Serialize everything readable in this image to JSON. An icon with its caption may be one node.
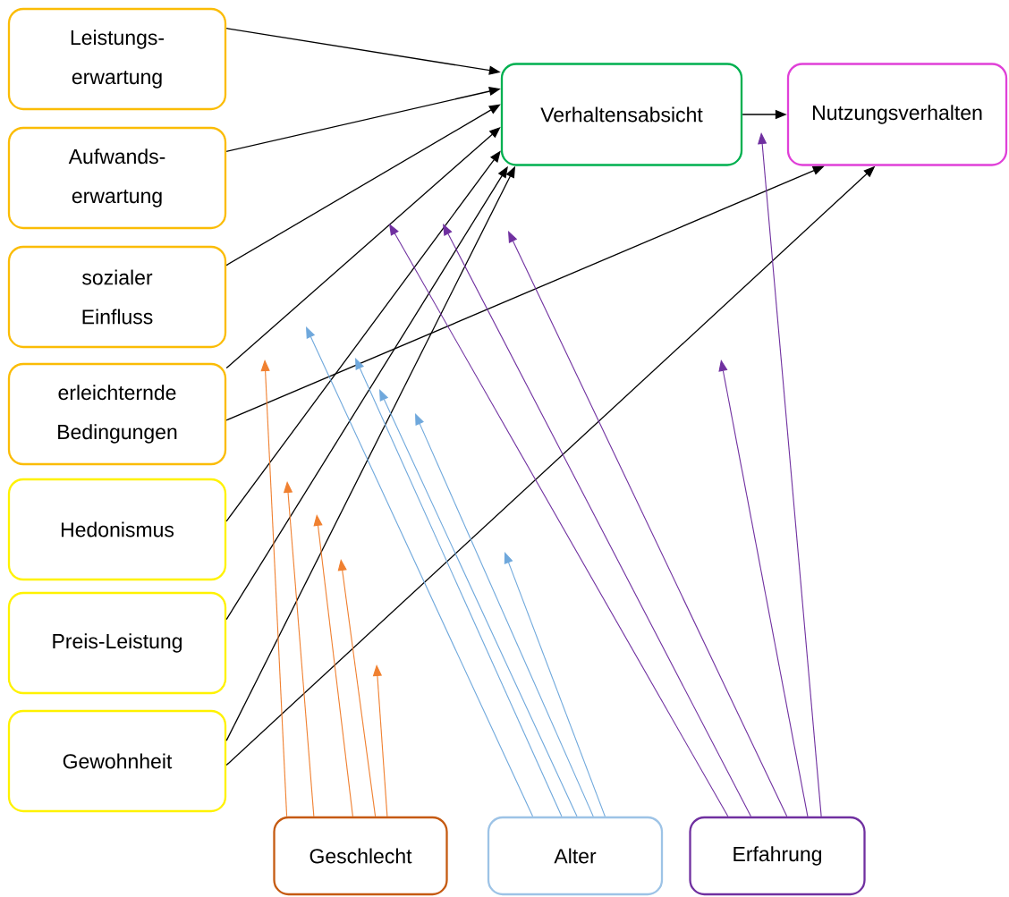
{
  "diagram": {
    "nodes": [
      {
        "text": [
          "Leistungs- erwartung"
        ]
      },
      {
        "text": [
          "Aufwands- erwartung"
        ]
      },
      {
        "text": [
          "sozialer Einfluss"
        ]
      },
      {
        "text": [
          "erleichternde Bedingungen"
        ]
      },
      {
        "text": [
          "Hedonismus"
        ]
      },
      {
        "text": [
          "Preis-Leistung"
        ]
      },
      {
        "text": [
          "Gewohnheit"
        ]
      },
      {
        "text": [
          "Verhaltensabsicht"
        ]
      },
      {
        "text": [
          "Nutzungsverhalten"
        ]
      },
      {
        "text": [
          "Geschlecht"
        ]
      },
      {
        "text": [
          "Alter"
        ]
      },
      {
        "text": [
          "Erfahrung"
        ]
      }
    ],
    "edges": [
      {
        "from": 0,
        "to": 7,
        "arrow": "to"
      },
      {
        "from": 1,
        "to": 7,
        "arrow": "to"
      },
      {
        "from": 2,
        "to": 7,
        "arrow": "to"
      },
      {
        "from": 3,
        "to": 7,
        "arrow": "to"
      },
      {
        "from": 4,
        "to": 7,
        "arrow": "to"
      },
      {
        "from": 5,
        "to": 7,
        "arrow": "to"
      },
      {
        "from": 6,
        "to": 7,
        "arrow": "to"
      },
      {
        "from": 7,
        "to": 8,
        "arrow": "to"
      },
      {
        "from": 3,
        "to": 8,
        "arrow": "to"
      },
      {
        "from": 6,
        "to": 8,
        "arrow": "to"
      },
      {
        "from": 9,
        "to": null,
        "arrow": "to",
        "color": "#f08030"
      },
      {
        "from": 9,
        "to": null,
        "arrow": "to",
        "color": "#f08030"
      },
      {
        "from": 9,
        "to": null,
        "arrow": "to",
        "color": "#f08030"
      },
      {
        "from": 9,
        "to": null,
        "arrow": "to",
        "color": "#f08030"
      },
      {
        "from": 9,
        "to": null,
        "arrow": "to",
        "color": "#f08030"
      },
      {
        "from": 10,
        "to": null,
        "arrow": "to",
        "color": "#6fa8dc"
      },
      {
        "from": 10,
        "to": null,
        "arrow": "to",
        "color": "#6fa8dc"
      },
      {
        "from": 10,
        "to": null,
        "arrow": "to",
        "color": "#6fa8dc"
      },
      {
        "from": 10,
        "to": null,
        "arrow": "to",
        "color": "#6fa8dc"
      },
      {
        "from": 10,
        "to": null,
        "arrow": "to",
        "color": "#6fa8dc"
      },
      {
        "from": 11,
        "to": null,
        "arrow": "to",
        "color": "#7030a0"
      },
      {
        "from": 11,
        "to": null,
        "arrow": "to",
        "color": "#7030a0"
      },
      {
        "from": 11,
        "to": null,
        "arrow": "to",
        "color": "#7030a0"
      },
      {
        "from": 11,
        "to": null,
        "arrow": "to",
        "color": "#7030a0"
      },
      {
        "from": 11,
        "to": null,
        "arrow": "to",
        "color": "#7030a0"
      }
    ]
  }
}
